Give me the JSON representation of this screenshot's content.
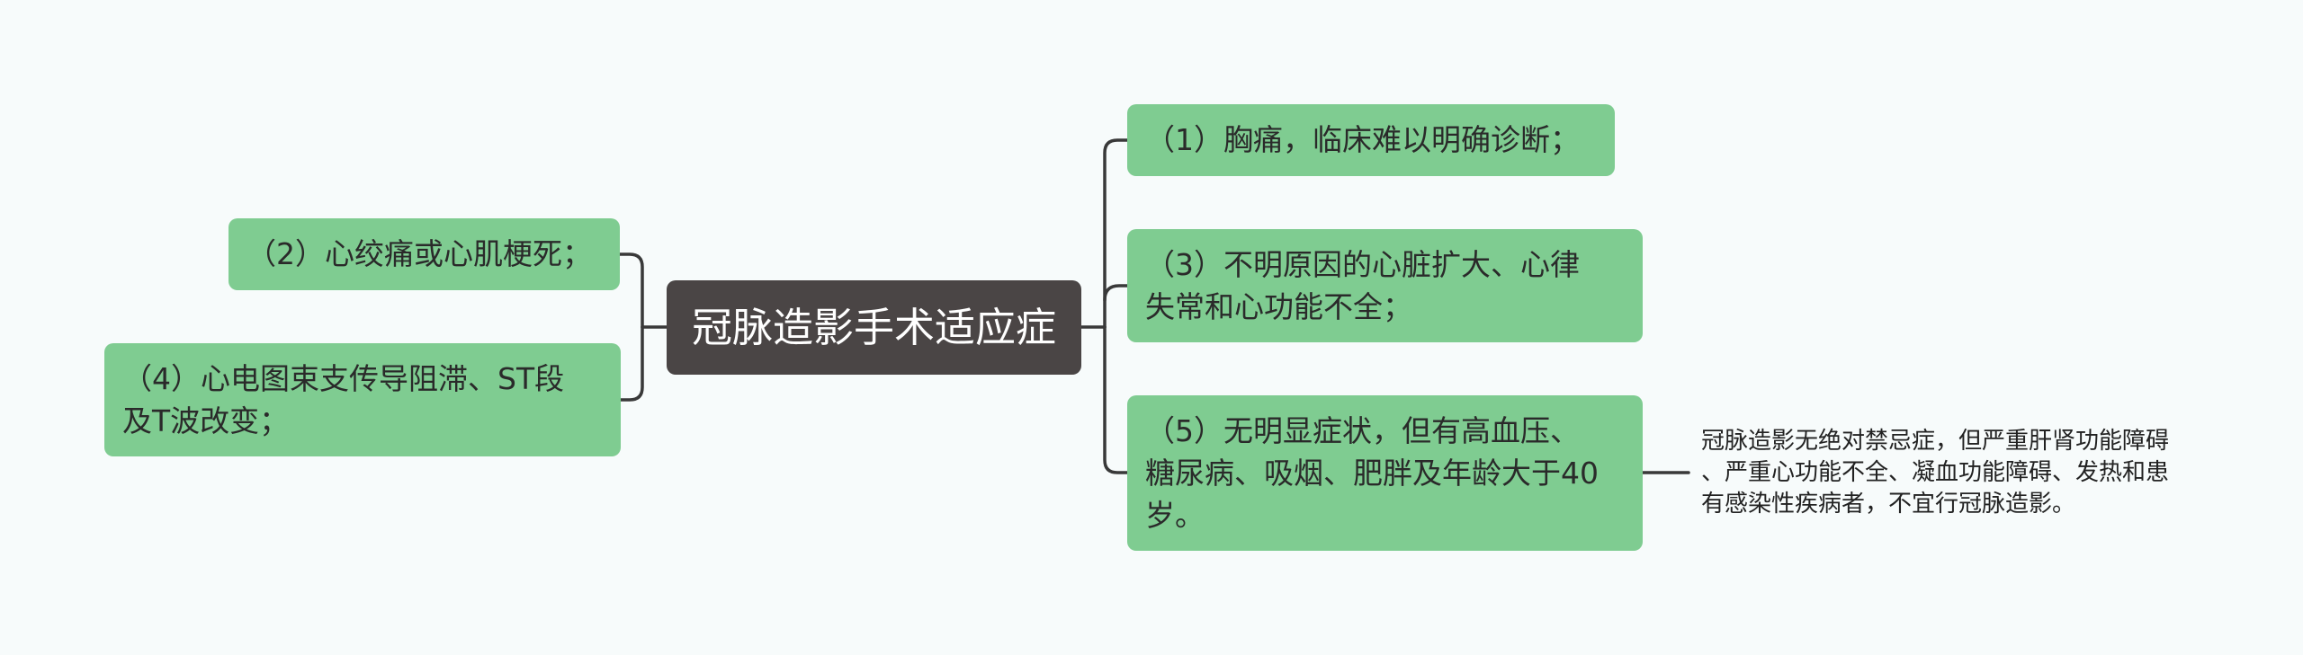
{
  "colors": {
    "background": "#f7fbfb",
    "node": "#7fcc91",
    "root": "#4a4545",
    "line": "#393939",
    "node_text": "#2a2a2a",
    "root_text": "#ffffff",
    "note_text": "#222222"
  },
  "mindmap": {
    "root": {
      "label": "冠脉造影手术适应症"
    },
    "right_branches": [
      {
        "number": "1",
        "text": "（1）胸痛，临床难以明确诊断；",
        "lines": [
          "（1）胸痛，临床难以明确诊断；"
        ]
      },
      {
        "number": "3",
        "text": "（3）不明原因的心脏扩大、心律失常和心功能不全；",
        "lines": [
          "（3）不明原因的心脏扩大、心律",
          "失常和心功能不全；"
        ]
      },
      {
        "number": "5",
        "text": "（5）无明显症状，但有高血压、糖尿病、吸烟、肥胖及年龄大于40岁。",
        "lines": [
          "（5）无明显症状，但有高血压、",
          "糖尿病、吸烟、肥胖及年龄大于40",
          "岁。"
        ],
        "note": {
          "text": "冠脉造影无绝对禁忌症，但严重肝肾功能障碍、严重心功能不全、凝血功能障碍、发热和患有感染性疾病者，不宜行冠脉造影。",
          "lines": [
            "冠脉造影无绝对禁忌症，但严重肝肾功能障碍",
            "、严重心功能不全、凝血功能障碍、发热和患",
            "有感染性疾病者，不宜行冠脉造影。"
          ]
        }
      }
    ],
    "left_branches": [
      {
        "number": "2",
        "text": "（2）心绞痛或心肌梗死；",
        "lines": [
          "（2）心绞痛或心肌梗死；"
        ]
      },
      {
        "number": "4",
        "text": "（4）心电图束支传导阻滞、ST段及T波改变；",
        "lines": [
          "（4）心电图束支传导阻滞、ST段",
          "及T波改变；"
        ]
      }
    ]
  }
}
